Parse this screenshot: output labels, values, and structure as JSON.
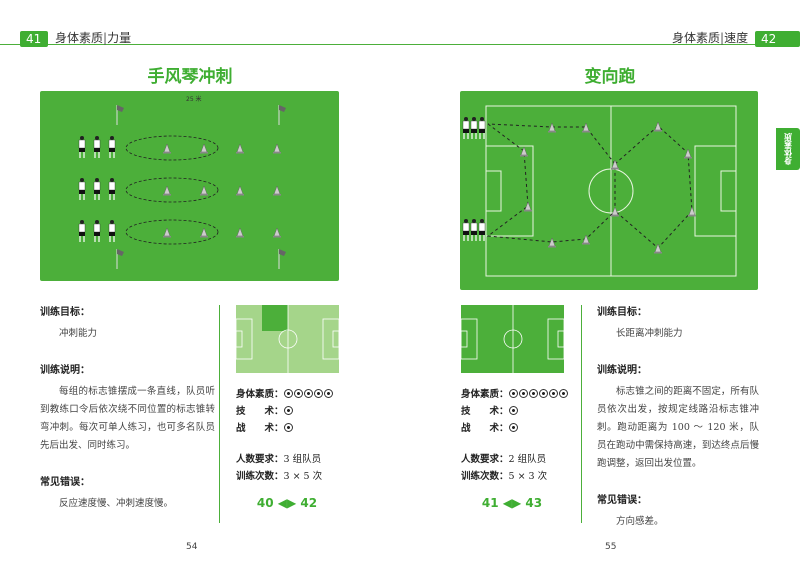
{
  "left_page": {
    "header": {
      "page_tag": "41",
      "section": "身体素质",
      "sub": "力量"
    },
    "title": "手风琴冲刺",
    "diagram": {
      "distance_label": "25 米"
    },
    "goal": {
      "heading": "训练目标：",
      "text": "冲刺能力"
    },
    "desc": {
      "heading": "训练说明：",
      "text": "每组的标志锥摆成一条直线，队员听到教练口令后依次绕不同位置的标志锥转弯冲刺。每次可单人练习，也可多名队员先后出发、同时练习。"
    },
    "errors": {
      "heading": "常见错误：",
      "text": "反应速度慢、冲刺速度慢。"
    },
    "stats": {
      "physical_label": "身体素质：",
      "physical_rating": 5,
      "technique_label": "技　　术：",
      "technique_rating": 1,
      "tactics_label": "战　　术：",
      "tactics_rating": 1,
      "players_label": "人数要求：",
      "players_value": "3 组队员",
      "reps_label": "训练次数：",
      "reps_value": "3 × 5 次"
    },
    "nav": {
      "prev": "40",
      "next": "42"
    },
    "page_number": "54"
  },
  "right_page": {
    "header": {
      "page_tag": "42",
      "section": "身体素质",
      "sub": "速度"
    },
    "title": "变向跑",
    "side_tab": "身体素质",
    "goal": {
      "heading": "训练目标：",
      "text": "长距离冲刺能力"
    },
    "desc": {
      "heading": "训练说明：",
      "text": "标志锥之间的距离不固定，所有队员依次出发，按规定线路沿标志锥冲刺。跑动距离为 100 ～ 120 米，队员在跑动中需保持高速，到达终点后慢跑调整，返回出发位置。"
    },
    "errors": {
      "heading": "常见错误：",
      "text": "方向感差。"
    },
    "stats": {
      "physical_label": "身体素质：",
      "physical_rating": 6,
      "technique_label": "技　　术：",
      "technique_rating": 1,
      "tactics_label": "战　　术：",
      "tactics_rating": 1,
      "players_label": "人数要求：",
      "players_value": "2 组队员",
      "reps_label": "训练次数：",
      "reps_value": "5 × 3 次"
    },
    "nav": {
      "prev": "41",
      "next": "43"
    },
    "page_number": "55"
  },
  "colors": {
    "accent": "#3fae32",
    "field": "#4caf3a",
    "field_light": "#a5d58a"
  }
}
